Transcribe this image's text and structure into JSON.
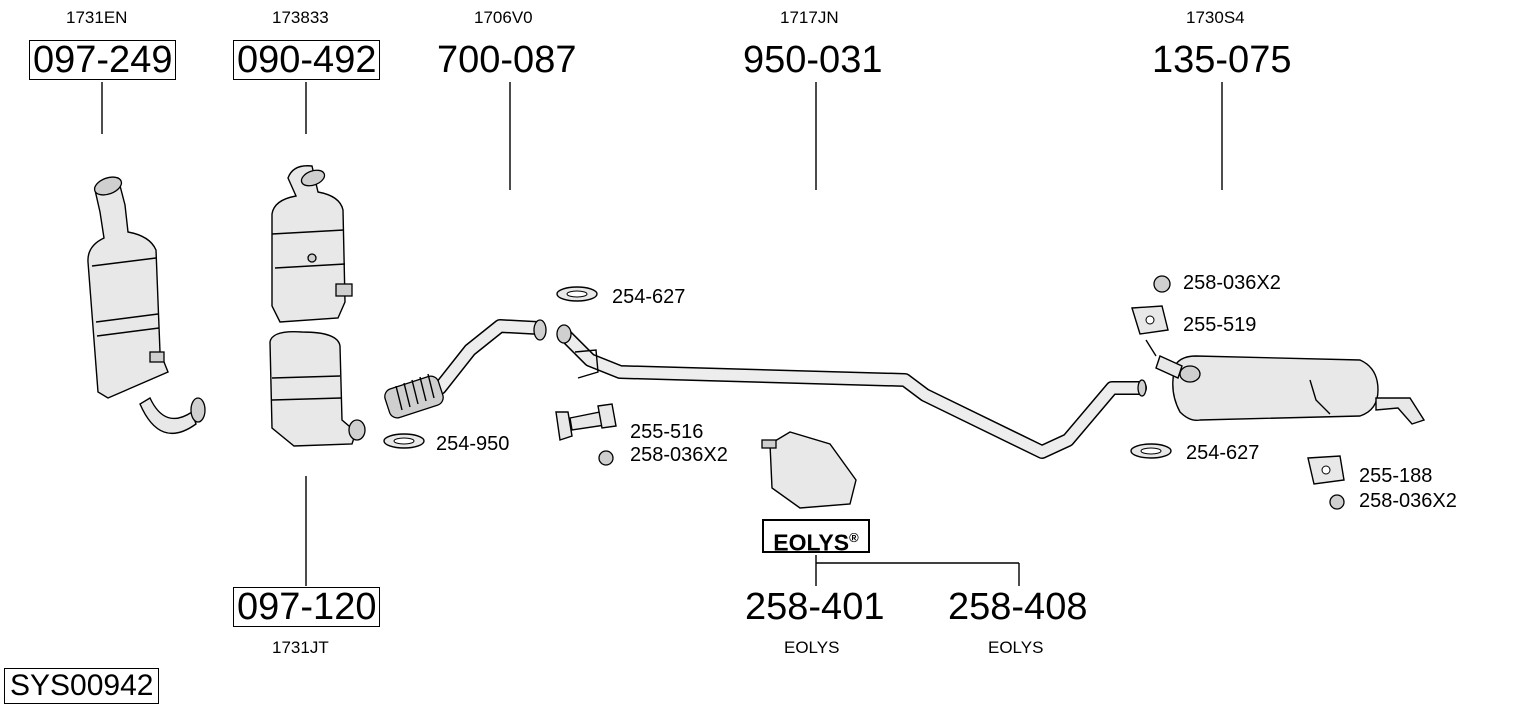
{
  "diagram": {
    "id": "SYS00942",
    "parts": [
      {
        "part_no": "097-249",
        "oe": "1731EN"
      },
      {
        "part_no": "090-492",
        "oe": "173833"
      },
      {
        "part_no": "700-087",
        "oe": "1706V0"
      },
      {
        "part_no": "950-031",
        "oe": "1717JN"
      },
      {
        "part_no": "135-075",
        "oe": "1730S4"
      },
      {
        "part_no": "097-120",
        "oe": "1731JT"
      },
      {
        "part_no": "258-401",
        "oe": "EOLYS"
      },
      {
        "part_no": "258-408",
        "oe": "EOLYS"
      }
    ],
    "accessories": [
      "254-950",
      "254-627",
      "255-516",
      "258-036X2",
      "254-627",
      "258-036X2",
      "255-519",
      "255-188",
      "258-036X2"
    ],
    "eolys_label": "EOLYS",
    "eolys_mark": "®"
  }
}
